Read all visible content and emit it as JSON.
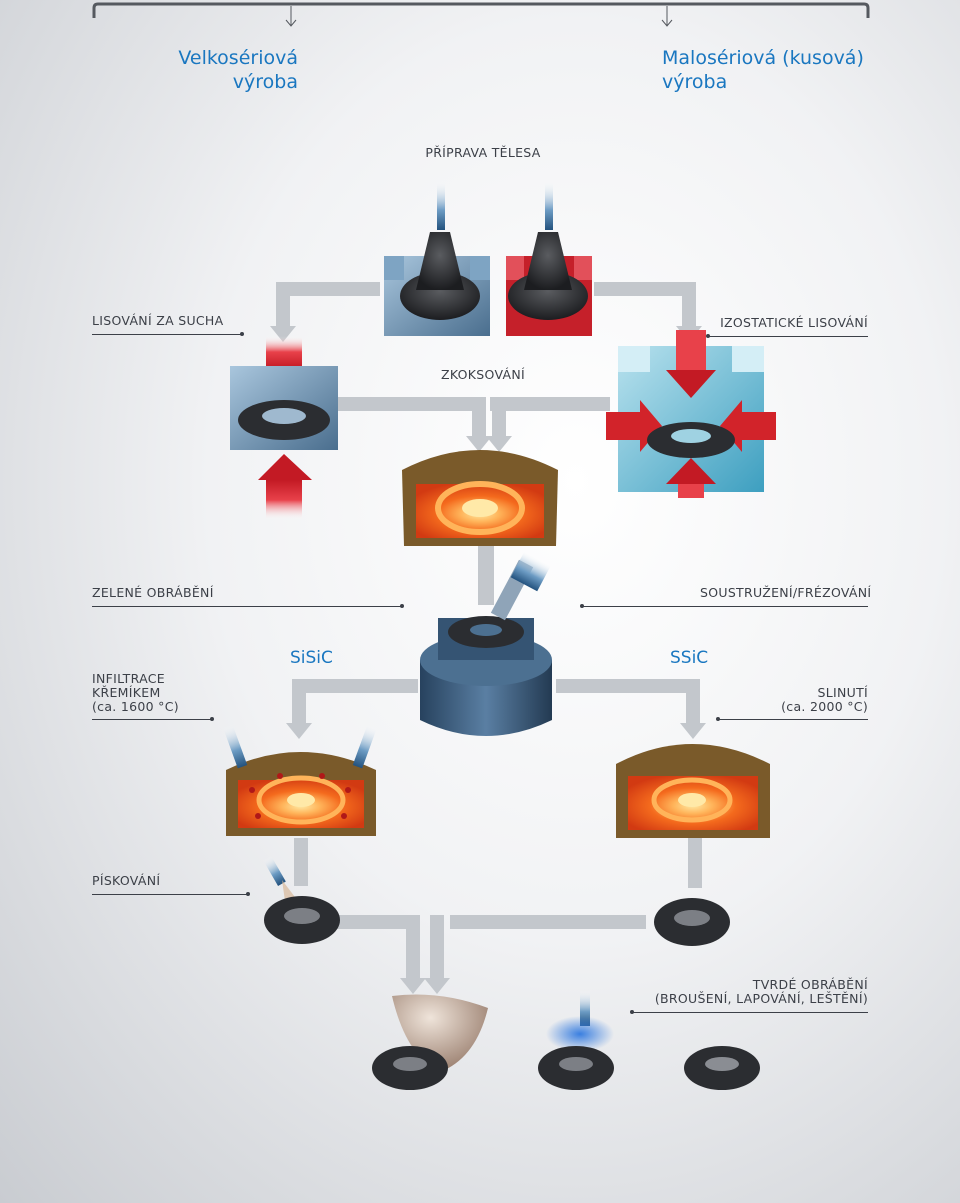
{
  "header": {
    "left_title_line1": "Velkosériová",
    "left_title_line2": "výroba",
    "right_title_line1": "Malosériová (kusová)",
    "right_title_line2": "výroba"
  },
  "steps": {
    "body_prep": "PŘÍPRAVA TĚLESA",
    "dry_press": "LISOVÁNÍ ZA SUCHA",
    "iso_press": "IZOSTATICKÉ LISOVÁNÍ",
    "coking": "ZKOKSOVÁNÍ",
    "green_machining": "ZELENÉ OBRÁBĚNÍ",
    "turn_mill": "SOUSTRUŽENÍ/FRÉZOVÁNÍ",
    "infiltration_l1": "INFILTRACE",
    "infiltration_l2": "KŘEMÍKEM",
    "infiltration_l3": "(ca. 1600 °C)",
    "sinter_l1": "SLINUTÍ",
    "sinter_l2": "(ca. 2000 °C)",
    "sandblast": "PÍSKOVÁNÍ",
    "hard_machining_l1": "TVRDÉ OBRÁBĚNÍ",
    "hard_machining_l2": "(BROUŠENÍ, LAPOVÁNÍ, LEŠTĚNÍ)"
  },
  "materials": {
    "left": "SiSiC",
    "right": "SSiC"
  },
  "colors": {
    "title_blue": "#1a77c0",
    "label_text": "#3c4048",
    "flow_gray": "#c3c7cc",
    "press_red": "#d2232a",
    "furnace_brown": "#7a5a2a",
    "furnace_hot": "#f06a1c",
    "part_dark": "#2b2d31",
    "machine_blue": "#3d5f80"
  }
}
